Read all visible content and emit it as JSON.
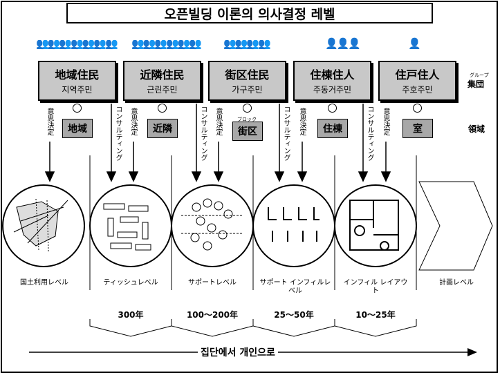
{
  "title": "오픈빌딩 이론의 의사결정 레벨",
  "groups": [
    {
      "ja": "地域住民",
      "ko": "지역주민",
      "region": "地域"
    },
    {
      "ja": "近隣住民",
      "ko": "근린주민",
      "region": "近隣"
    },
    {
      "ja": "街区住民",
      "ko": "가구주민",
      "region": "街区"
    },
    {
      "ja": "住棟住人",
      "ko": "주동거주민",
      "region": "住棟"
    },
    {
      "ja": "住戸住人",
      "ko": "주호주민",
      "region": "室"
    }
  ],
  "side_labels": {
    "group": "集団",
    "group_ruby": "グループ",
    "region": "領域",
    "block_ruby": "ブロック"
  },
  "vertical_labels": {
    "decision": "意思決定",
    "consulting": "コンサルティング"
  },
  "levels": [
    "国土利用レベル",
    "ティッシュレベル",
    "サポートレベル",
    "サポート インフィルレベル",
    "インフィル レイアウト",
    "計画レベル"
  ],
  "periods": [
    "300年",
    "100～200年",
    "25～50年",
    "10～25年"
  ],
  "direction": "집단에서 개인으로"
}
